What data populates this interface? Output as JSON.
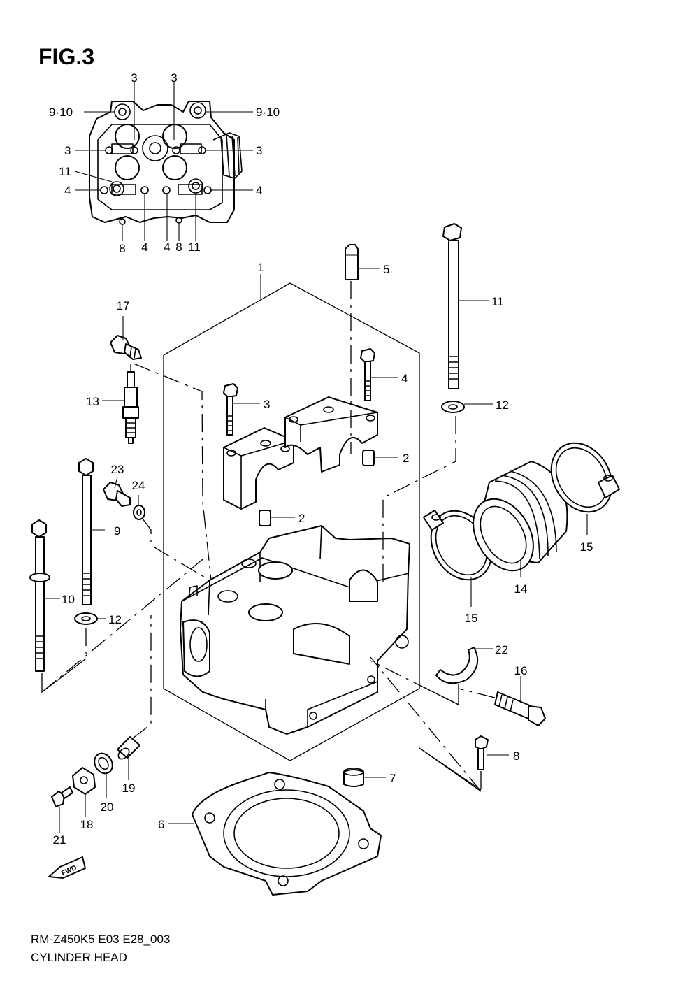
{
  "figure": {
    "title": "FIG.3"
  },
  "footer": {
    "model_code": "RM-Z450K5 E03 E28_003",
    "section_name": "CYLINDER HEAD"
  },
  "fwd_badge": {
    "text": "FWD"
  },
  "inset_callouts": [
    "3",
    "3",
    "9·10",
    "9·10",
    "3",
    "3",
    "11",
    "4",
    "4",
    "8",
    "4",
    "4",
    "8",
    "11"
  ],
  "part_callouts": [
    "1",
    "2",
    "2",
    "3",
    "4",
    "5",
    "6",
    "7",
    "8",
    "9",
    "10",
    "11",
    "12",
    "12",
    "13",
    "14",
    "15",
    "15",
    "16",
    "17",
    "18",
    "19",
    "20",
    "21",
    "22",
    "23",
    "24"
  ]
}
